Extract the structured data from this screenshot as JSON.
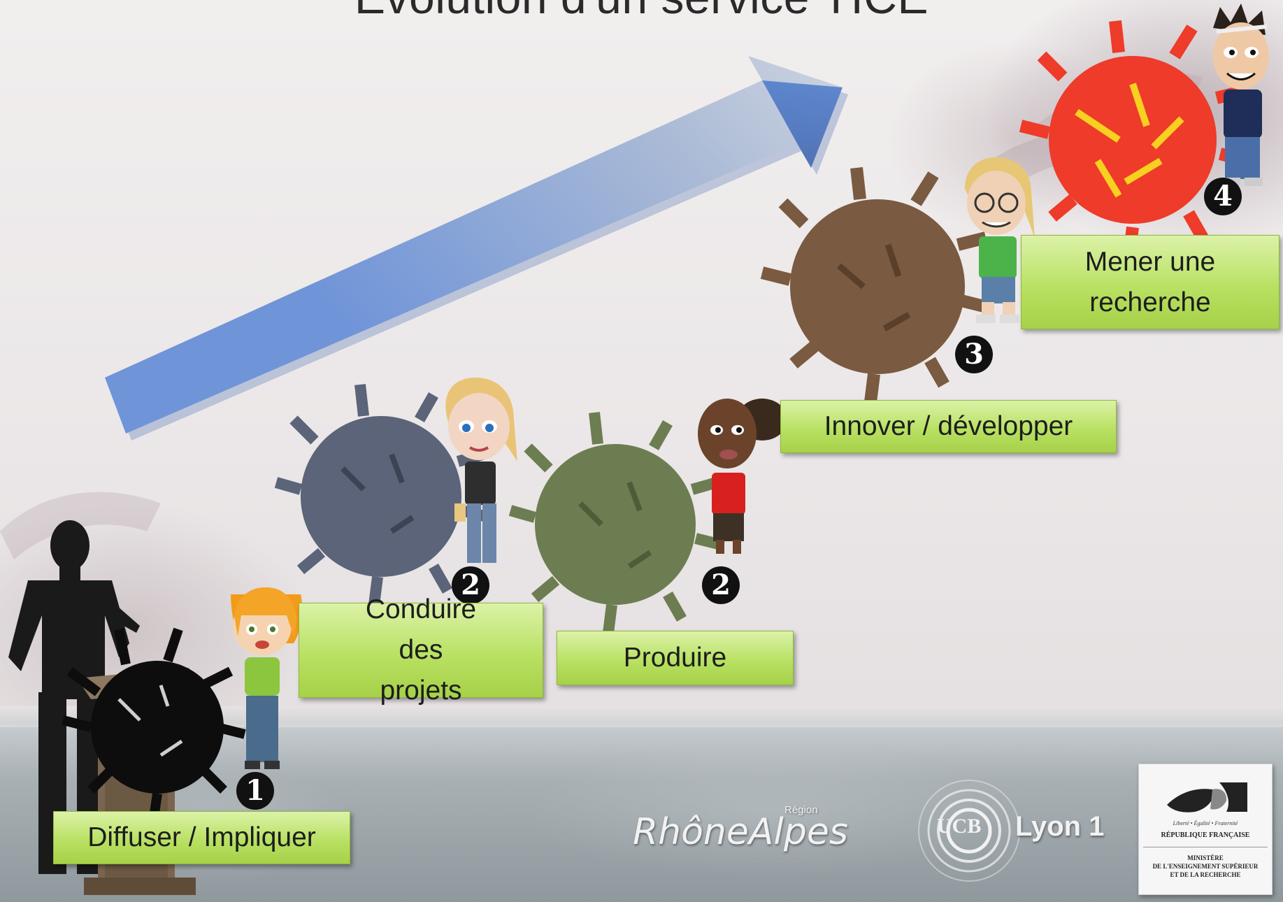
{
  "title": "Evolution d'un service TICE",
  "steps": [
    {
      "number": "1",
      "label": "Diffuser / Impliquer",
      "pompom_color": "#0d0d0d"
    },
    {
      "number": "2",
      "label": "Conduire des projets",
      "pompom_color": "#5b6478"
    },
    {
      "number": "2",
      "label": "Produire",
      "pompom_color": "#6d7d52"
    },
    {
      "number": "3",
      "label": "Innover / développer",
      "pompom_color": "#7a5a40"
    },
    {
      "number": "4",
      "label": "Mener une recherche",
      "pompom_color": "#ee3b2a"
    }
  ],
  "logos": {
    "rhone_alpes": "RhôneAlpes",
    "rhone_alpes_sup": "Région",
    "ucb": "UCB",
    "lyon1": "Lyon 1",
    "ministry": {
      "motto": "Liberté • Égalité • Fraternité",
      "republic": "RÉPUBLIQUE FRANÇAISE",
      "name_line1": "MINISTÈRE",
      "name_line2": "DE L'ENSEIGNEMENT SUPÉRIEUR",
      "name_line3": "ET DE LA RECHERCHE"
    }
  },
  "colors": {
    "label_green": "#b9e163",
    "arrow_blue": "#5b86cc"
  }
}
